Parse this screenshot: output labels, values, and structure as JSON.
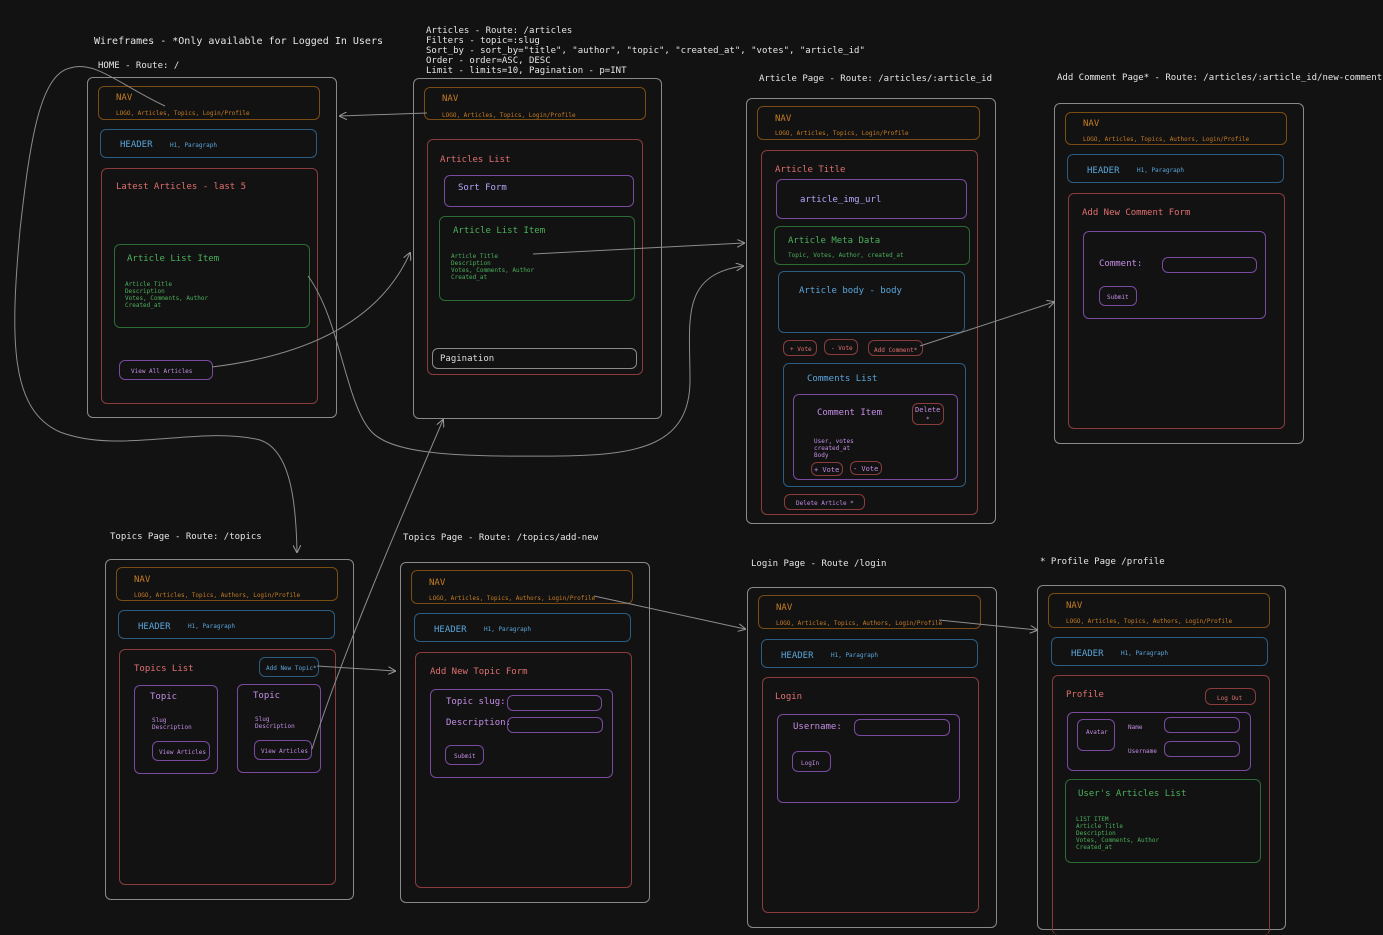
{
  "title": "Wireframes - *Only available for Logged In Users",
  "common": {
    "nav": "NAV",
    "nav_links": "LOGO, Articles, Topics, Login/Profile",
    "nav_links_authors": "LOGO, Articles, Topics, Authors, Login/Profile",
    "header": "HEADER",
    "header_sub": "H1,  Paragraph"
  },
  "home": {
    "route": "HOME - Route: /",
    "latest": "Latest Articles - last 5",
    "item_title": "Article List Item",
    "item_lines": [
      "Article Title",
      "Description",
      "Votes, Comments, Author",
      "Created_at"
    ],
    "view_all": "View All Articles"
  },
  "articles": {
    "route_lines": [
      "Articles - Route: /articles",
      "Filters - topic=:slug",
      "Sort_by - sort_by=\"title\", \"author\", \"topic\", \"created_at\", \"votes\", \"article_id\"",
      "Order - order=ASC, DESC",
      "Limit - limits=10, Pagination - p=INT"
    ],
    "list": "Articles List",
    "sort_form": "Sort Form",
    "item_title": "Article List Item",
    "item_lines": [
      "Article Title",
      "Description",
      "Votes, Comments, Author",
      "Created_at"
    ],
    "pagination": "Pagination"
  },
  "article_page": {
    "route": "Article Page - Route: /articles/:article_id",
    "title": "Article Title",
    "img": "article_img_url",
    "meta": "Article Meta Data",
    "meta_sub": "Topic, Votes, Author, created_at",
    "body": "Article body - body",
    "vote_up": "+ Vote",
    "vote_down": "- Vote",
    "add_comment": "Add Comment*",
    "comments_list": "Comments List",
    "comment_item": "Comment Item",
    "delete": "Delete",
    "delete_star": "*",
    "comment_lines": [
      "User, votes",
      "created_at",
      "Body"
    ],
    "c_vote_up": "+ Vote",
    "c_vote_down": "- Vote",
    "delete_article": "Delete Article *"
  },
  "add_comment": {
    "route": "Add Comment Page* - Route: /articles/:article_id/new-comment",
    "form": "Add New Comment Form",
    "comment_label": "Comment:",
    "submit": "Submit"
  },
  "topics": {
    "route": "Topics Page - Route: /topics",
    "list": "Topics List",
    "add_new": "Add New Topic*",
    "topic1": "Topic",
    "topic2": "Topic",
    "topic_lines": [
      "Slug",
      "Description"
    ],
    "view_articles": "View Articles"
  },
  "add_topic": {
    "route": "Topics Page - Route: /topics/add-new",
    "form": "Add New Topic Form",
    "slug": "Topic slug:",
    "description": "Description:",
    "submit": "Submit"
  },
  "login": {
    "route": "Login Page - Route /login",
    "title": "Login",
    "username": "Username:",
    "button": "LogIn"
  },
  "profile": {
    "route": "* Profile Page /profile",
    "title": "Profile",
    "logout": "Log Out",
    "avatar": "Avatar",
    "name": "Name",
    "username": "Username",
    "articles": "User's Articles List",
    "lines": [
      "LIST ITEM",
      "Article Title",
      "Description",
      "Votes, Comments, Author",
      "Created_at"
    ]
  }
}
